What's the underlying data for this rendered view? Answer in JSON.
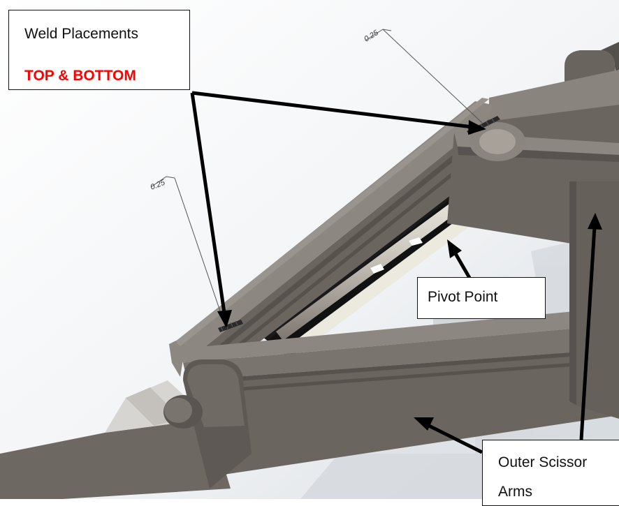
{
  "callouts": {
    "weld": {
      "title": "Weld Placements",
      "subtitle": "TOP & BOTTOM"
    },
    "pivot": {
      "label": "Pivot Point"
    },
    "arms": {
      "line1": "Outer Scissor",
      "line2": "Arms"
    }
  },
  "dimensions": {
    "weld_top": "0.25",
    "weld_left": "0.25"
  },
  "colors": {
    "steel": "#6b6560",
    "steel_dark": "#4e4944",
    "steel_light": "#8d8781",
    "highlight": "#e8e6dc",
    "background_shadow": "#d4d8dd",
    "arrow": "#000000",
    "accent_red": "#ff0000"
  }
}
